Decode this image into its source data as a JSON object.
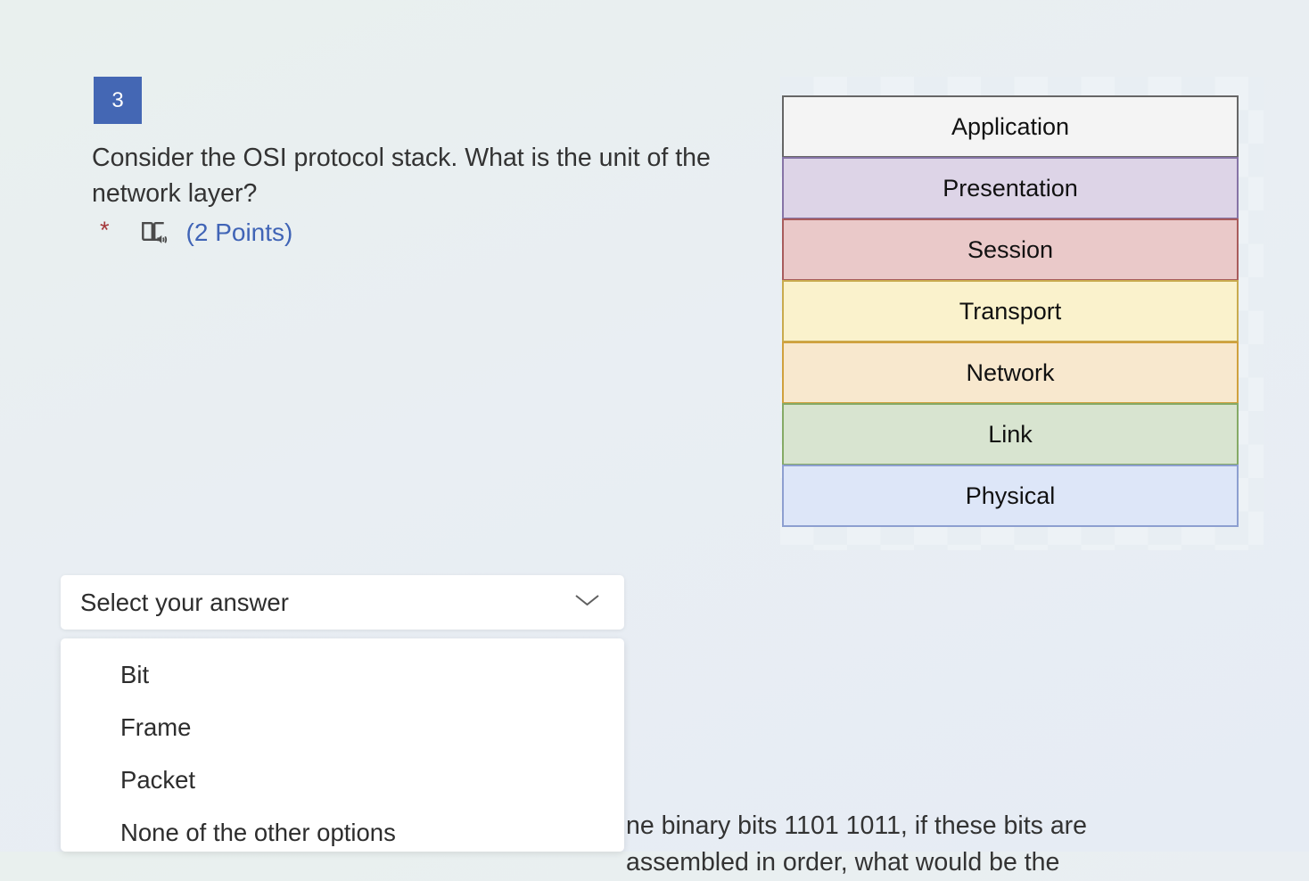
{
  "theme": {
    "badge_blue": "#4467b4",
    "points_blue": "#4064b6",
    "required_red": "#a4373a"
  },
  "question": {
    "number": "3",
    "text": "Consider the OSI protocol stack. What is the unit of the network layer?",
    "required_marker": "*",
    "points_label": "(2 Points)",
    "reader_icon": "immersive-reader-icon"
  },
  "osi_diagram": {
    "layers": [
      {
        "label": "Application",
        "fill": "#f4f4f4",
        "border": "#666666"
      },
      {
        "label": "Presentation",
        "fill": "#ddd4e7",
        "border": "#8674a6"
      },
      {
        "label": "Session",
        "fill": "#eac9c9",
        "border": "#a85c5c"
      },
      {
        "label": "Transport",
        "fill": "#faf2cc",
        "border": "#c9ab4f"
      },
      {
        "label": "Network",
        "fill": "#f8e8ce",
        "border": "#d0a13e"
      },
      {
        "label": "Link",
        "fill": "#d8e4d0",
        "border": "#85aa66"
      },
      {
        "label": "Physical",
        "fill": "#dde6f8",
        "border": "#8d9fd0"
      }
    ]
  },
  "dropdown": {
    "placeholder": "Select your answer",
    "chevron_icon": "chevron-down-icon",
    "options": [
      "Bit",
      "Frame",
      "Packet",
      "None of the other options"
    ]
  },
  "next_question_preview": {
    "line1": "ne binary bits 1101 1011, if these bits are",
    "line2": "assembled in order, what would be the"
  }
}
